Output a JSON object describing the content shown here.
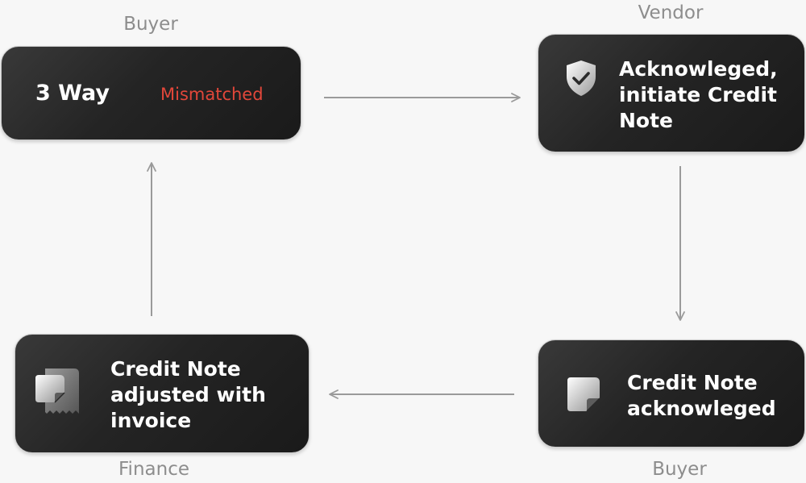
{
  "roles": {
    "buyer_top": "Buyer",
    "vendor": "Vendor",
    "buyer_bottom": "Buyer",
    "finance": "Finance"
  },
  "cards": {
    "three_way": {
      "title": "3 Way",
      "status": "Mismatched"
    },
    "vendor_ack": {
      "line1": "Acknowleged,",
      "line2": "initiate Credit",
      "line3": "Note"
    },
    "buyer_ack": {
      "line1": "Credit Note",
      "line2": "acknowleged"
    },
    "finance_adj": {
      "line1": "Credit Note",
      "line2": "adjusted with",
      "line3": "invoice"
    }
  },
  "icons": {
    "vendor_ack": "shield-check-icon",
    "buyer_ack": "document-icon",
    "finance_adj": "receipt-document-icon"
  },
  "colors": {
    "card_background": "#242424",
    "status_mismatch": "#e2473a",
    "role_label": "#8d8d8d",
    "arrow": "#9a9a9a"
  }
}
